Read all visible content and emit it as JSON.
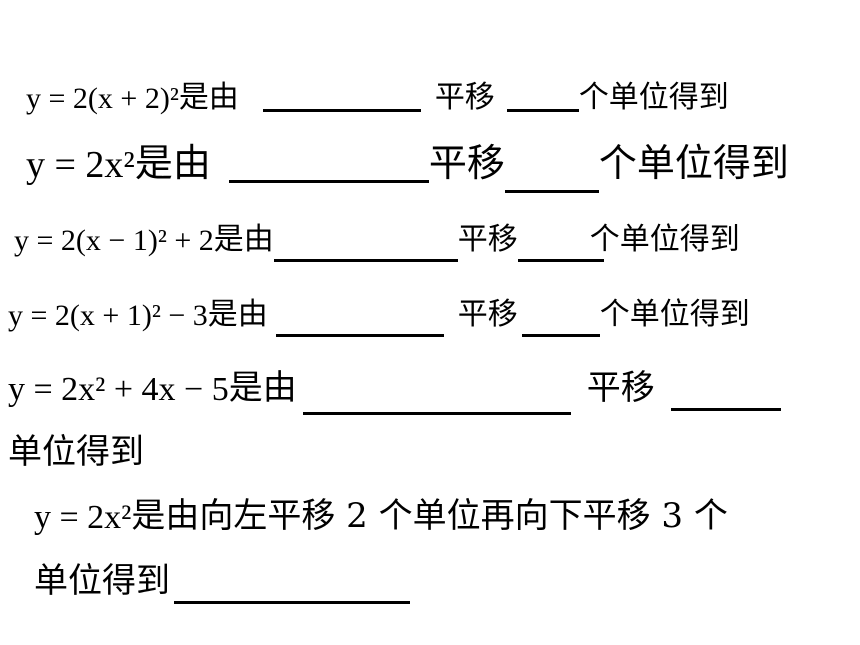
{
  "lines": [
    {
      "math": "y = 2(x + 2)²",
      "t1": "是由",
      "t2": "平移",
      "t3": "个单位得到"
    },
    {
      "math": "y = 2x²",
      "t1": "是由",
      "t2": "平移",
      "t3": "个单位得到"
    },
    {
      "math": "y = 2(x − 1)² + 2",
      "t1": "是由",
      "t2": "平移",
      "t3": "个单位得到"
    },
    {
      "math": "y = 2(x + 1)² − 3",
      "t1": "是由",
      "t2": "平移",
      "t3": "个单位得到"
    },
    {
      "math": "y = 2x² + 4x − 5",
      "t1": "是由",
      "t2": "平移",
      "t4": "单位得到"
    },
    {
      "math": "y = 2x²",
      "t1": "是由向左平移 2 个单位再向下平移 3 个",
      "t4": "单位得到"
    }
  ]
}
